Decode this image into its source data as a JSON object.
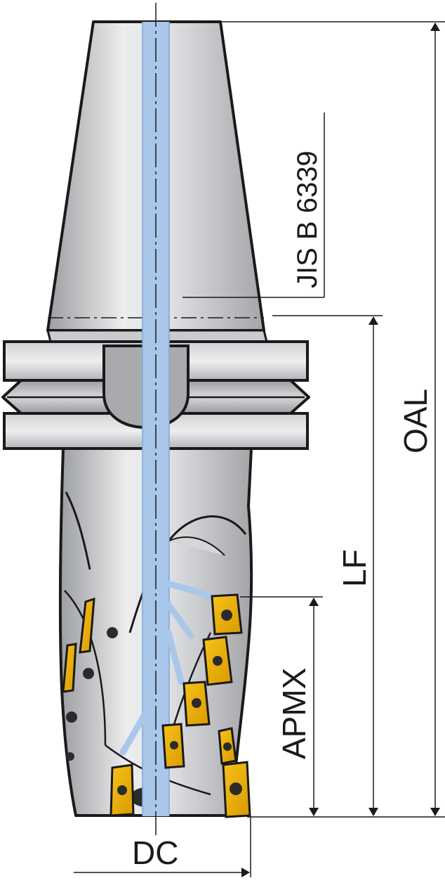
{
  "drawing": {
    "standard_label": "JIS  B  6339",
    "dimensions": {
      "oal": "OAL",
      "lf": "LF",
      "apmx": "APMX",
      "dc": "DC"
    }
  },
  "colors": {
    "steel_light": "#e6e7e9",
    "steel_mid": "#bfc1c4",
    "steel_dark": "#8e9094",
    "coolant": "#a9c7ea",
    "insert_gold": "#f2b400",
    "insert_dark": "#c98b00",
    "outline": "#1a1a1a"
  }
}
